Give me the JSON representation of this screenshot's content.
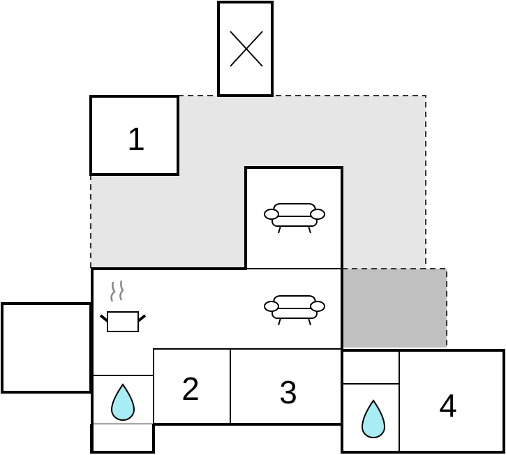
{
  "floorplan": {
    "rooms": [
      {
        "label": "1"
      },
      {
        "label": "2"
      },
      {
        "label": "3"
      },
      {
        "label": "4"
      }
    ],
    "icons": [
      "closed-room-x-icon",
      "sofa-icon",
      "cooking-pot-icon",
      "water-drop-icon"
    ],
    "colors": {
      "terrace": "#e6e6e6",
      "covered_terrace": "#c0c0c0",
      "water": "#a8ecf4",
      "wall": "#000000"
    }
  }
}
